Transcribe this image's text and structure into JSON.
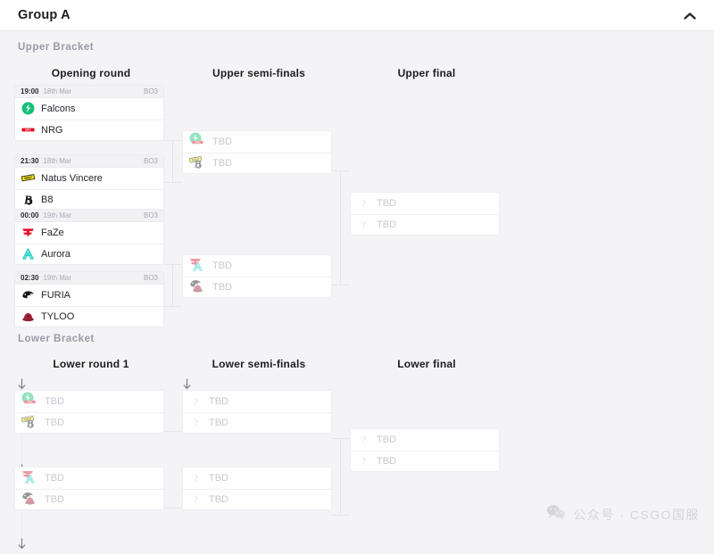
{
  "header": {
    "title": "Group A",
    "collapse_icon": "chevron-up-icon"
  },
  "sections": {
    "upper": {
      "label": "Upper Bracket"
    },
    "lower": {
      "label": "Lower Bracket"
    }
  },
  "rounds": {
    "opening": "Opening round",
    "upper_semis": "Upper semi-finals",
    "upper_final": "Upper final",
    "lower_round_1": "Lower round 1",
    "lower_semis": "Lower semi-finals",
    "lower_final": "Lower final"
  },
  "placeholder": {
    "tbd": "TBD",
    "unknown_icon": "question-mark-icon"
  },
  "matches": {
    "opening": [
      {
        "time": "19:00",
        "date": "18th Mar",
        "format": "BO3",
        "teams": [
          {
            "name": "Falcons",
            "logo": "falcons-logo",
            "color": "#17c07a"
          },
          {
            "name": "NRG",
            "logo": "nrg-logo",
            "color": "#e2001a"
          }
        ]
      },
      {
        "time": "21:30",
        "date": "18th Mar",
        "format": "BO3",
        "teams": [
          {
            "name": "Natus Vincere",
            "logo": "navi-logo",
            "color": "#f2e205"
          },
          {
            "name": "B8",
            "logo": "b8-logo",
            "color": "#111111"
          }
        ]
      },
      {
        "time": "00:00",
        "date": "19th Mar",
        "format": "BO3",
        "teams": [
          {
            "name": "FaZe",
            "logo": "faze-logo",
            "color": "#e4122c"
          },
          {
            "name": "Aurora",
            "logo": "aurora-logo",
            "color": "#2ad2c6"
          }
        ]
      },
      {
        "time": "02:30",
        "date": "19th Mar",
        "format": "BO3",
        "teams": [
          {
            "name": "FURIA",
            "logo": "furia-logo",
            "color": "#161616"
          },
          {
            "name": "TYLOO",
            "logo": "tyloo-logo",
            "color": "#8b1f2e"
          }
        ]
      }
    ],
    "upper_semis": [
      {
        "teams": [
          {
            "name": "TBD",
            "ghost": [
              "falcons-logo",
              "nrg-logo"
            ]
          },
          {
            "name": "TBD",
            "ghost": [
              "navi-logo",
              "b8-logo"
            ]
          }
        ]
      },
      {
        "teams": [
          {
            "name": "TBD",
            "ghost": [
              "faze-logo",
              "aurora-logo"
            ]
          },
          {
            "name": "TBD",
            "ghost": [
              "furia-logo",
              "tyloo-logo"
            ]
          }
        ]
      }
    ],
    "upper_final": [
      {
        "teams": [
          {
            "name": "TBD",
            "icon": "question-mark-icon"
          },
          {
            "name": "TBD",
            "icon": "question-mark-icon"
          }
        ]
      }
    ],
    "lower_round_1": [
      {
        "teams": [
          {
            "name": "TBD",
            "ghost": [
              "falcons-logo",
              "nrg-logo"
            ]
          },
          {
            "name": "TBD",
            "ghost": [
              "navi-logo",
              "b8-logo"
            ]
          }
        ]
      },
      {
        "teams": [
          {
            "name": "TBD",
            "ghost": [
              "faze-logo",
              "aurora-logo"
            ]
          },
          {
            "name": "TBD",
            "ghost": [
              "furia-logo",
              "tyloo-logo"
            ]
          }
        ]
      }
    ],
    "lower_semis": [
      {
        "teams": [
          {
            "name": "TBD",
            "icon": "question-mark-icon"
          },
          {
            "name": "TBD",
            "icon": "question-mark-icon"
          }
        ]
      },
      {
        "teams": [
          {
            "name": "TBD",
            "icon": "question-mark-icon"
          },
          {
            "name": "TBD",
            "icon": "question-mark-icon"
          }
        ]
      }
    ],
    "lower_final": [
      {
        "teams": [
          {
            "name": "TBD",
            "icon": "question-mark-icon"
          },
          {
            "name": "TBD",
            "icon": "question-mark-icon"
          }
        ]
      }
    ]
  },
  "watermark": {
    "text": "公众号 · CSGO国服",
    "icon": "wechat-icon"
  },
  "colors": {
    "page_bg": "#f4f4f7",
    "card_bg": "#ffffff",
    "card_border": "#ececf0",
    "connector": "#e4e4ea",
    "text_primary": "#24242c",
    "text_muted": "#a6a6b0",
    "text_placeholder": "#c9c9d2"
  }
}
